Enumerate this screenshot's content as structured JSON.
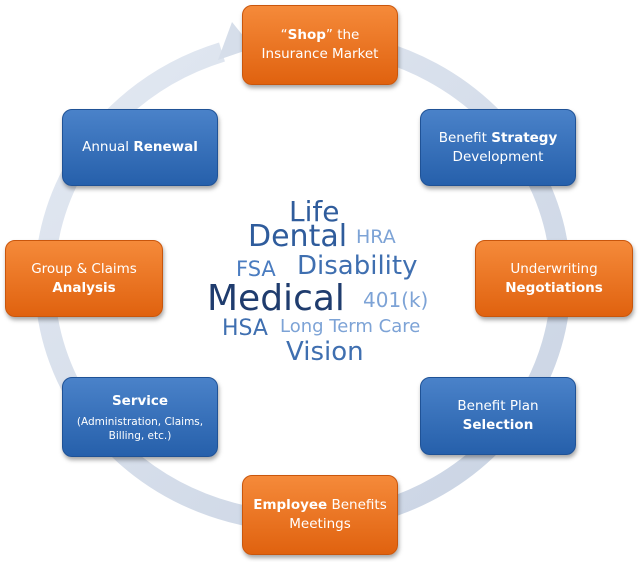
{
  "steps": {
    "shop": {
      "quote_open": "“",
      "bold": "Shop",
      "quote_close": "”",
      "rest": " the",
      "line2": "Insurance Market"
    },
    "strategy": {
      "pre": "Benefit ",
      "bold": "Strategy",
      "line2": "Development"
    },
    "underwriting": {
      "line1": "Underwriting",
      "bold": "Negotiations"
    },
    "selection": {
      "line1": "Benefit Plan",
      "bold": "Selection"
    },
    "meetings": {
      "bold": "Employee",
      "rest": " Benefits",
      "line2": "Meetings"
    },
    "service": {
      "bold": "Service",
      "detail1": "(Administration, Claims,",
      "detail2": "Billing, etc.)"
    },
    "analysis": {
      "line1": "Group & Claims",
      "bold": "Analysis"
    },
    "renewal": {
      "pre": "Annual ",
      "bold": "Renewal"
    }
  },
  "word_cloud": {
    "life": "Life",
    "dental": "Dental",
    "hra": "HRA",
    "fsa": "FSA",
    "disability": "Disability",
    "medical": "Medical",
    "k401": "401(k)",
    "hsa": "HSA",
    "ltc": "Long Term Care",
    "vision": "Vision"
  },
  "colors": {
    "orange": "#e9711d",
    "blue": "#2f6bb5",
    "ring": "#d3dbe8",
    "word_dark": "#1f3c6e",
    "word_mid": "#3f6fb0",
    "word_light": "#7da3d6"
  }
}
